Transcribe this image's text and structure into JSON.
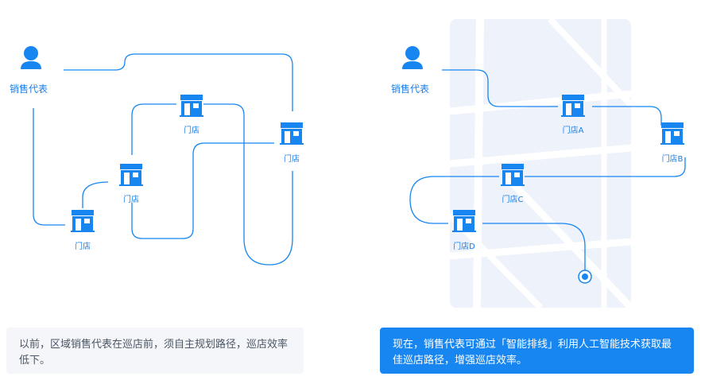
{
  "colors": {
    "accent": "#1786f0",
    "map_bg": "#eef2fa",
    "note_before_bg": "#f4f6fa"
  },
  "left_panel": {
    "rep_label": "销售代表",
    "store_labels": [
      "门店",
      "门店",
      "门店",
      "门店"
    ]
  },
  "right_panel": {
    "rep_label": "销售代表",
    "store_labels": [
      "门店A",
      "门店B",
      "门店C",
      "门店D"
    ]
  },
  "notes": {
    "before": "以前，区域销售代表在巡店前，须自主规划路径，巡店效率低下。",
    "after": "现在，销售代表可通过「智能排线」利用人工智能技术获取最佳巡店路径，增强巡店效率。"
  }
}
